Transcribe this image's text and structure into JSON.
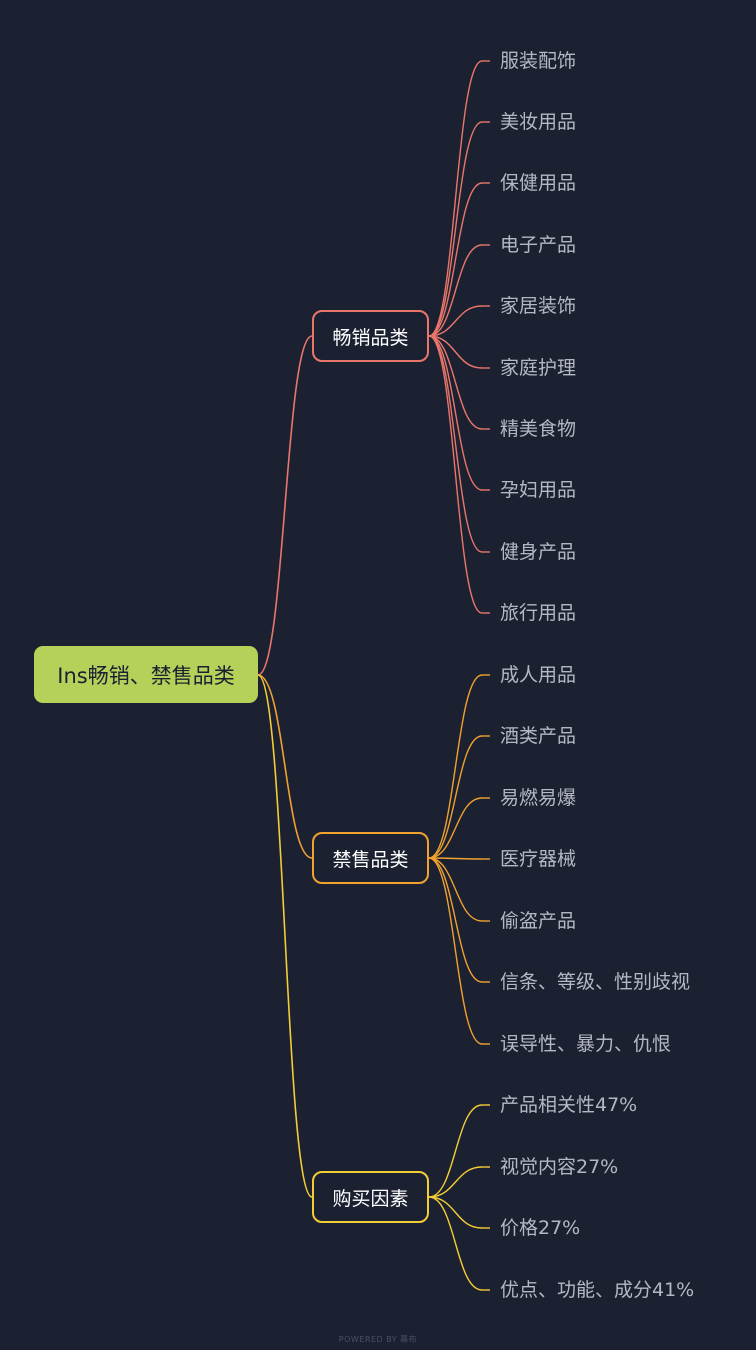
{
  "root": {
    "label": "Ins畅销、禁售品类"
  },
  "colors": {
    "background": "#1c2132",
    "root_fill": "#b6d15a",
    "branch1": "#e8766a",
    "branch2": "#f0a12e",
    "branch3": "#f3cd34",
    "leaf_text": "#b4b8c2"
  },
  "branches": [
    {
      "label": "畅销品类",
      "color": "#e8766a",
      "leaves": [
        "服装配饰",
        "美妆用品",
        "保健用品",
        "电子产品",
        "家居装饰",
        "家庭护理",
        "精美食物",
        "孕妇用品",
        "健身产品",
        "旅行用品"
      ]
    },
    {
      "label": "禁售品类",
      "color": "#f0a12e",
      "leaves": [
        "成人用品",
        "酒类产品",
        "易燃易爆",
        "医疗器械",
        "偷盗产品",
        "信条、等级、性别歧视",
        "误导性、暴力、仇恨"
      ]
    },
    {
      "label": "购买因素",
      "color": "#f3cd34",
      "leaves": [
        "产品相关性47%",
        "视觉内容27%",
        "价格27%",
        "优点、功能、成分41%"
      ]
    }
  ],
  "footer": {
    "text": "POWERED BY 幕布"
  }
}
